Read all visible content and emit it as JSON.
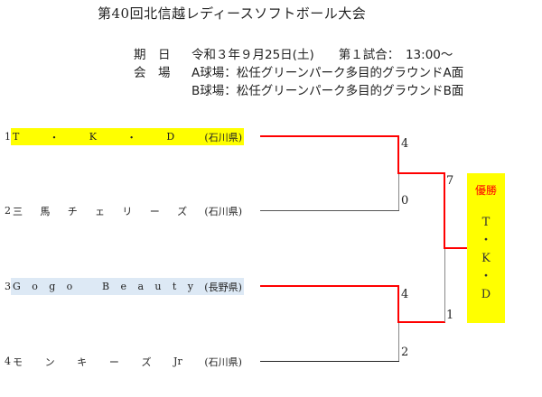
{
  "title": "第40回北信越レディースソフトボール大会",
  "info": {
    "date_label": "期　日",
    "date_value": "令和３年９月25日(土)　　第１試合：　13:00〜",
    "venue_label": "会　場",
    "venue_a": "A球場：松任グリーンパーク多目的グラウンドA面",
    "venue_b": "B球場：松任グリーンパーク多目的グラウンドB面"
  },
  "teams": [
    {
      "seed": "1",
      "name_parts": [
        "T",
        "・",
        "K",
        "・",
        "D",
        "(石川県)"
      ],
      "highlight": "#ffff00"
    },
    {
      "seed": "2",
      "name_parts": [
        "三",
        "馬",
        "チ",
        "ェ",
        "リ",
        "ー",
        "ズ",
        "(石川県)"
      ],
      "highlight": null
    },
    {
      "seed": "3",
      "name_parts": [
        "G",
        "o",
        "g",
        "o",
        "",
        "B",
        "e",
        "a",
        "u",
        "t",
        "y",
        "(長野県)"
      ],
      "highlight": "#dde9f5"
    },
    {
      "seed": "4",
      "name_parts": [
        "モ",
        "ン",
        "キ",
        "ー",
        "ズ",
        "Jr",
        "(石川県)"
      ],
      "highlight": null
    }
  ],
  "scores": {
    "semi1_team1": "4",
    "semi1_team2": "0",
    "semi2_team3": "4",
    "semi2_team4": "2",
    "final_top": "7",
    "final_bottom": "1"
  },
  "champion": {
    "label": "優勝",
    "name_chars": [
      "T",
      "・",
      "K",
      "・",
      "D"
    ]
  },
  "colors": {
    "winner_line": "#ff0000",
    "loser_line": "#888888",
    "champion_bg": "#ffff00",
    "champion_label": "#ff0000"
  }
}
